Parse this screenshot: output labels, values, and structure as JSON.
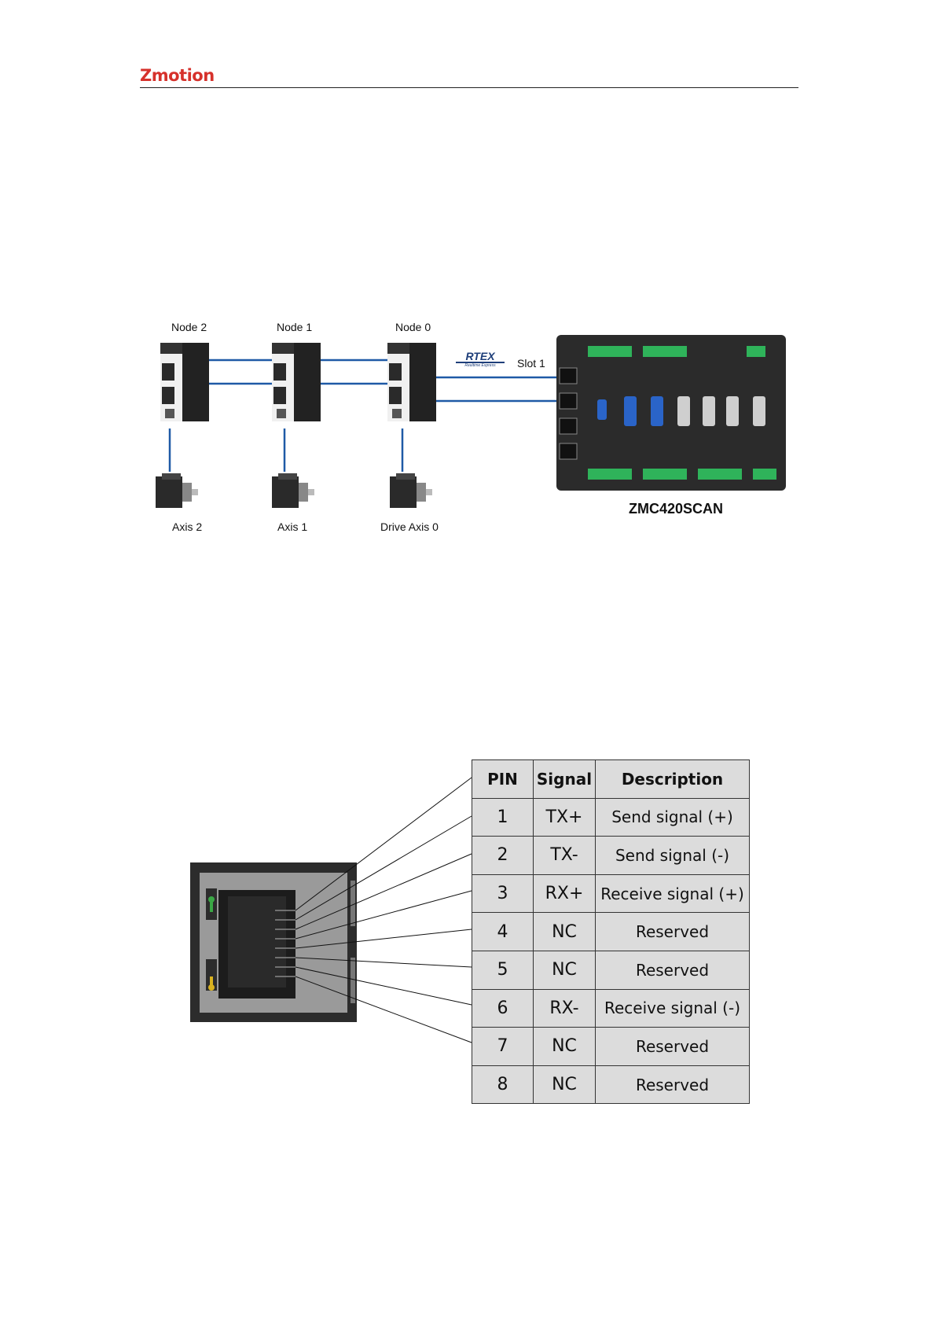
{
  "header": {
    "logo": "Zmotion"
  },
  "topology": {
    "nodes": [
      {
        "label": "Node 2",
        "axis": "Axis 2"
      },
      {
        "label": "Node 1",
        "axis": "Axis 1"
      },
      {
        "label": "Node 0",
        "axis": "Drive Axis 0"
      }
    ],
    "bus_logo": "RTEX",
    "bus_logo_sub": "Realtime Express",
    "slot_label": "Slot 1",
    "controller_label": "ZMC420SCAN",
    "colors": {
      "cable": "#1f5aa6",
      "controller": "#2b2b2b",
      "terminal": "#2fb35a",
      "db_connector": "#2a64c8"
    }
  },
  "pin_table": {
    "headers": [
      "PIN",
      "Signal",
      "Description"
    ],
    "rows": [
      {
        "pin": "1",
        "signal": "TX+",
        "description": "Send signal (+)"
      },
      {
        "pin": "2",
        "signal": "TX-",
        "description": "Send signal (-)"
      },
      {
        "pin": "3",
        "signal": "RX+",
        "description": "Receive signal (+)"
      },
      {
        "pin": "4",
        "signal": "NC",
        "description": "Reserved"
      },
      {
        "pin": "5",
        "signal": "NC",
        "description": "Reserved"
      },
      {
        "pin": "6",
        "signal": "RX-",
        "description": "Receive signal (-)"
      },
      {
        "pin": "7",
        "signal": "NC",
        "description": "Reserved"
      },
      {
        "pin": "8",
        "signal": "NC",
        "description": "Reserved"
      }
    ]
  }
}
